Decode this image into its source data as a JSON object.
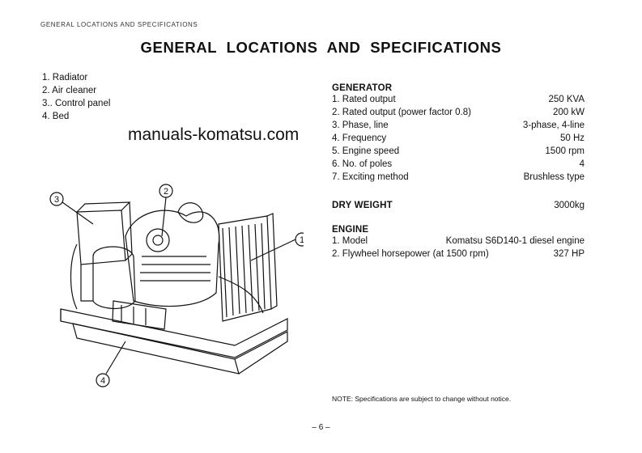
{
  "header": {
    "running_title": "GENERAL LOCATIONS AND SPECIFICATIONS"
  },
  "title": "GENERAL LOCATIONS AND SPECIFICATIONS",
  "parts": [
    {
      "num": "1.",
      "label": "Radiator"
    },
    {
      "num": "2.",
      "label": "Air cleaner"
    },
    {
      "num": "3..",
      "label": "Control panel"
    },
    {
      "num": "4.",
      "label": "Bed"
    }
  ],
  "watermark": "manuals-komatsu.com",
  "callouts": [
    "1",
    "2",
    "3",
    "4"
  ],
  "generator": {
    "heading": "GENERATOR",
    "rows": [
      {
        "label": "1.  Rated output",
        "value": "250 KVA"
      },
      {
        "label": "2.  Rated output (power factor 0.8)",
        "value": "200 kW"
      },
      {
        "label": "3.  Phase, line",
        "value": "3-phase, 4-line"
      },
      {
        "label": "4.  Frequency",
        "value": "50 Hz"
      },
      {
        "label": "5.  Engine speed",
        "value": "1500 rpm"
      },
      {
        "label": "6.  No. of poles",
        "value": "4"
      },
      {
        "label": "7.  Exciting method",
        "value": "Brushless type"
      }
    ]
  },
  "dry_weight": {
    "heading": "DRY WEIGHT",
    "value": "3000kg"
  },
  "engine": {
    "heading": "ENGINE",
    "rows": [
      {
        "label": "1.  Model",
        "value": "Komatsu S6D140-1 diesel engine"
      },
      {
        "label": "2.  Flywheel horsepower (at 1500 rpm)",
        "value": "327 HP"
      }
    ]
  },
  "note": "NOTE:  Specifications are subject to change without notice.",
  "page_number": "– 6 –"
}
